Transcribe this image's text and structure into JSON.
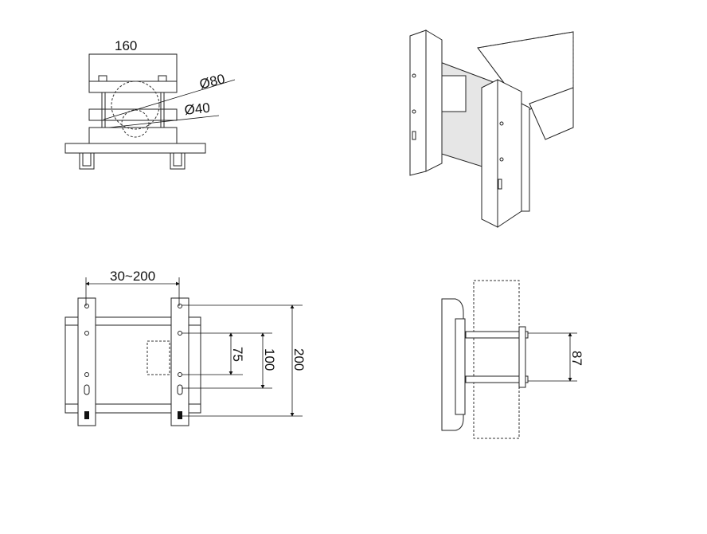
{
  "views": {
    "front_clamp": {
      "width_label": "160",
      "large_pipe_label": "Ø80",
      "small_pipe_label": "Ø40"
    },
    "front_mount": {
      "rail_spacing_label": "30~200",
      "hole_75_label": "75",
      "hole_100_label": "100",
      "height_200_label": "200"
    },
    "side": {
      "depth_label": "87"
    }
  }
}
